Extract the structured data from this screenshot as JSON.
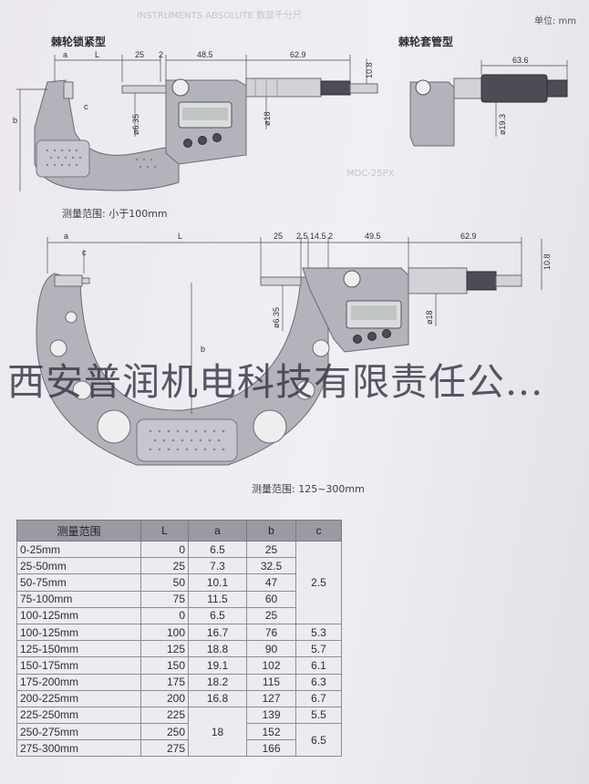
{
  "unit_label": "单位: mm",
  "top_left": {
    "title": "棘轮锁紧型",
    "range_note": "测量范围: 小于100mm",
    "dims": {
      "a": "a",
      "L": "L",
      "c": "c",
      "b": "b",
      "d25": "25",
      "d2": "2",
      "d48": "48.5",
      "d629": "62.9",
      "d108": "10.8",
      "d635": "ø6.35",
      "d18": "ø18"
    }
  },
  "top_right": {
    "title": "棘轮套管型",
    "dims": {
      "d636": "63.6",
      "d193": "ø19.3"
    }
  },
  "middle": {
    "range_note": "测量范围: 125~300mm",
    "dims": {
      "a": "a",
      "c": "c",
      "L": "L",
      "d25": "25",
      "d25b": "2.5",
      "d145": "14.5",
      "d2": "2",
      "d495": "49.5",
      "d629": "62.9",
      "d108": "10.8",
      "d635": "ø6.35",
      "b": "b",
      "d18": "ø18"
    }
  },
  "watermark": "西安普润机电科技有限责任公...",
  "ghost_text": [
    "INSTRUMENTS ABSOLUTE 数显千分尺",
    "MDC-25PX"
  ],
  "table": {
    "headers": [
      "测量范围",
      "L",
      "a",
      "b",
      "c"
    ],
    "rows": [
      {
        "range": "0-25mm",
        "L": "0",
        "a": "6.5",
        "b": "25"
      },
      {
        "range": "25-50mm",
        "L": "25",
        "a": "7.3",
        "b": "32.5"
      },
      {
        "range": "50-75mm",
        "L": "50",
        "a": "10.1",
        "b": "47"
      },
      {
        "range": "75-100mm",
        "L": "75",
        "a": "11.5",
        "b": "60"
      },
      {
        "range": "100-125mm",
        "L": "0",
        "a": "6.5",
        "b": "25"
      },
      {
        "range": "100-125mm",
        "L": "100",
        "a": "16.7",
        "b": "76",
        "c": "5.3"
      },
      {
        "range": "125-150mm",
        "L": "125",
        "a": "18.8",
        "b": "90",
        "c": "5.7"
      },
      {
        "range": "150-175mm",
        "L": "150",
        "a": "19.1",
        "b": "102",
        "c": "6.1"
      },
      {
        "range": "175-200mm",
        "L": "175",
        "a": "18.2",
        "b": "115",
        "c": "6.3"
      },
      {
        "range": "200-225mm",
        "L": "200",
        "a": "16.8",
        "b": "127",
        "c": "6.7"
      },
      {
        "range": "225-250mm",
        "L": "225",
        "b": "139",
        "c": "5.5"
      },
      {
        "range": "250-275mm",
        "L": "250",
        "b": "152"
      },
      {
        "range": "275-300mm",
        "L": "275",
        "b": "166"
      }
    ],
    "merged_c_top": "2.5",
    "merged_a_bottom": "18",
    "merged_c_bottom": "6.5"
  }
}
